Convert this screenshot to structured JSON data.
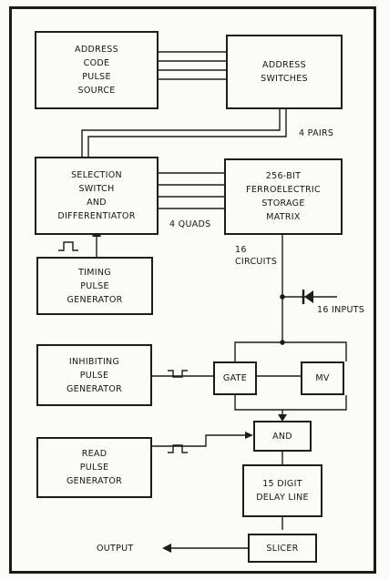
{
  "blocks": {
    "address_code_pulse_source": "ADDRESS\nCODE\nPULSE\nSOURCE",
    "address_switches": "ADDRESS\nSWITCHES",
    "selection_switch": "SELECTION\nSWITCH\nAND\nDIFFERENTIATOR",
    "storage_matrix": "256-BIT\nFERROELECTRIC\nSTORAGE\nMATRIX",
    "timing_pulse_generator": "TIMING\nPULSE\nGENERATOR",
    "inhibiting_pulse_generator": "INHIBITING\nPULSE\nGENERATOR",
    "gate": "GATE",
    "mv": "MV",
    "read_pulse_generator": "READ\nPULSE\nGENERATOR",
    "and_gate": "AND",
    "delay_line": "15 DIGIT\nDELAY LINE",
    "slicer": "SLICER"
  },
  "labels": {
    "four_pairs": "4 PAIRS",
    "four_quads": "4 QUADS",
    "sixteen_circuits": "16\nCIRCUITS",
    "sixteen_inputs": "16 INPUTS",
    "output": "OUTPUT"
  }
}
